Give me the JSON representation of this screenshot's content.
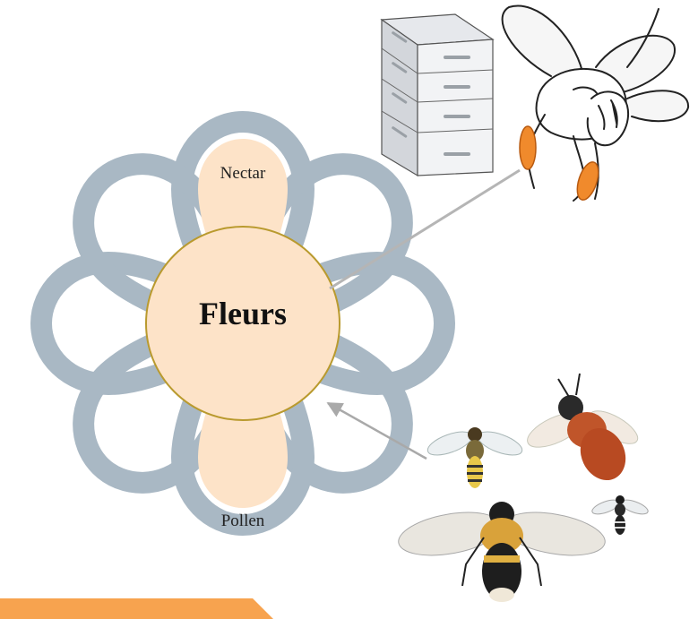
{
  "diagram": {
    "center_label": "Fleurs",
    "petal_labels": {
      "top": "Nectar",
      "bottom": "Pollen"
    }
  },
  "illustrations": {
    "hive": "beehive-illustration",
    "honeybee": "honeybee-illustration",
    "wild_bees": "wild-bees-illustration"
  },
  "colors": {
    "petal_outline": "#a9b8c4",
    "center_fill": "#fde3c8",
    "center_stroke": "#b99a2e",
    "petal_fill": "#fde3c8",
    "arrow": "#a9a9a9",
    "bottom_bar": "#f7a34f",
    "pollen_basket": "#f08a2c"
  }
}
